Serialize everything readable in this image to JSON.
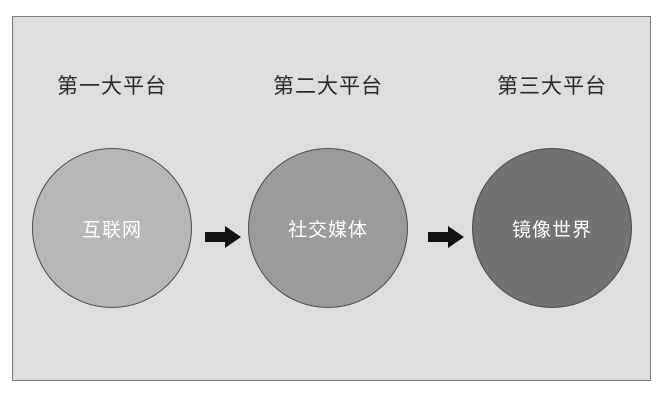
{
  "platforms": [
    {
      "heading": "第一大平台",
      "label": "互联网",
      "color": "#b7b7b7"
    },
    {
      "heading": "第二大平台",
      "label": "社交媒体",
      "color": "#9b9b9b"
    },
    {
      "heading": "第三大平台",
      "label": "镜像世界",
      "color": "#727272"
    }
  ]
}
